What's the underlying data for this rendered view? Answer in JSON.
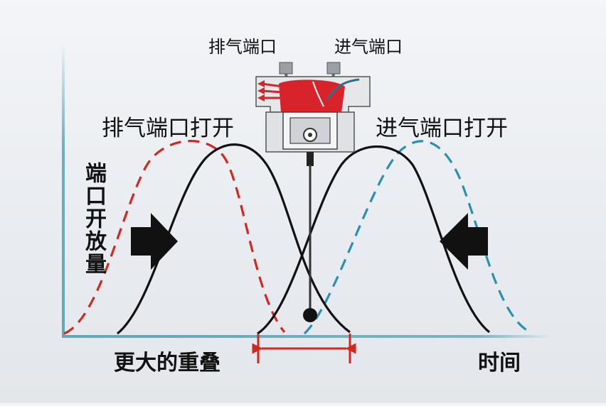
{
  "labels": {
    "exhaust_port": "排气端口",
    "intake_port": "进气端口",
    "exhaust_open": "排气端口打开",
    "intake_open": "进气端口打开",
    "y_axis": "端口开放量",
    "x_axis": "时间",
    "overlap": "更大的重叠"
  },
  "colors": {
    "axis": "#5ea8b8",
    "curve": "#111111",
    "exhaust_dashed": "#d2281f",
    "intake_dashed": "#2b8fb4",
    "overlap_arrow": "#d2281f",
    "engine_red": "#d8232a"
  }
}
